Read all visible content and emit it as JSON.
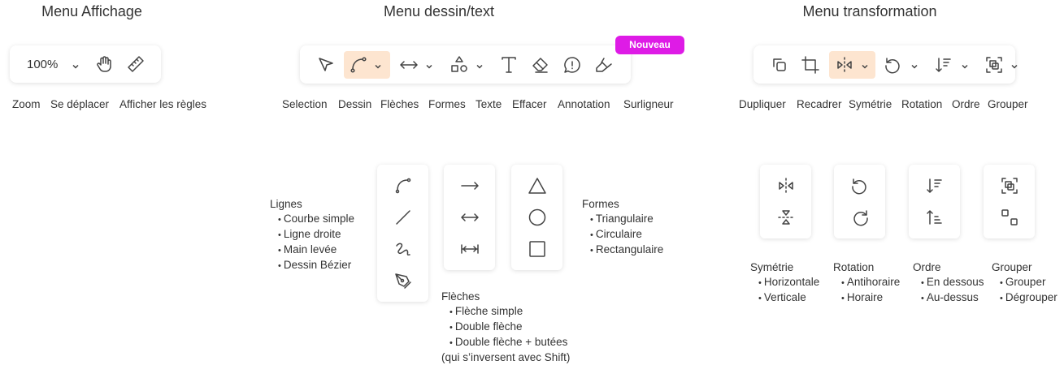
{
  "titles": {
    "view": "Menu Affichage",
    "draw": "Menu dessin/text",
    "transform": "Menu transformation"
  },
  "view_menu": {
    "zoom_value": "100%",
    "labels": [
      "Zoom",
      "Se déplacer",
      "Afficher les règles"
    ]
  },
  "draw_menu": {
    "badge": "Nouveau",
    "labels": [
      "Selection",
      "Dessin",
      "Flèches",
      "Formes",
      "Texte",
      "Effacer",
      "Annotation",
      "Surligneur"
    ]
  },
  "transform_menu": {
    "labels": [
      "Dupliquer",
      "Recadrer",
      "Symétrie",
      "Rotation",
      "Ordre",
      "Grouper"
    ]
  },
  "lines": {
    "title": "Lignes",
    "items": [
      "Courbe simple",
      "Ligne droite",
      "Main levée",
      "Dessin Bézier"
    ]
  },
  "arrows": {
    "title": "Flèches",
    "items": [
      "Flèche simple",
      "Double flèche",
      "Double flèche + butées"
    ],
    "note": "(qui s’inversent avec Shift)"
  },
  "shapes": {
    "title": "Formes",
    "items": [
      "Triangulaire",
      "Circulaire",
      "Rectangulaire"
    ]
  },
  "symmetry": {
    "title": "Symétrie",
    "items": [
      "Horizontale",
      "Verticale"
    ]
  },
  "rotation": {
    "title": "Rotation",
    "items": [
      "Antihoraire",
      "Horaire"
    ]
  },
  "order": {
    "title": "Ordre",
    "items": [
      "En dessous",
      "Au-dessus"
    ]
  },
  "group": {
    "title": "Grouper",
    "items": [
      "Grouper",
      "Dégrouper"
    ]
  },
  "colors": {
    "accent": "#de1be6",
    "active": "#fde5d0"
  }
}
